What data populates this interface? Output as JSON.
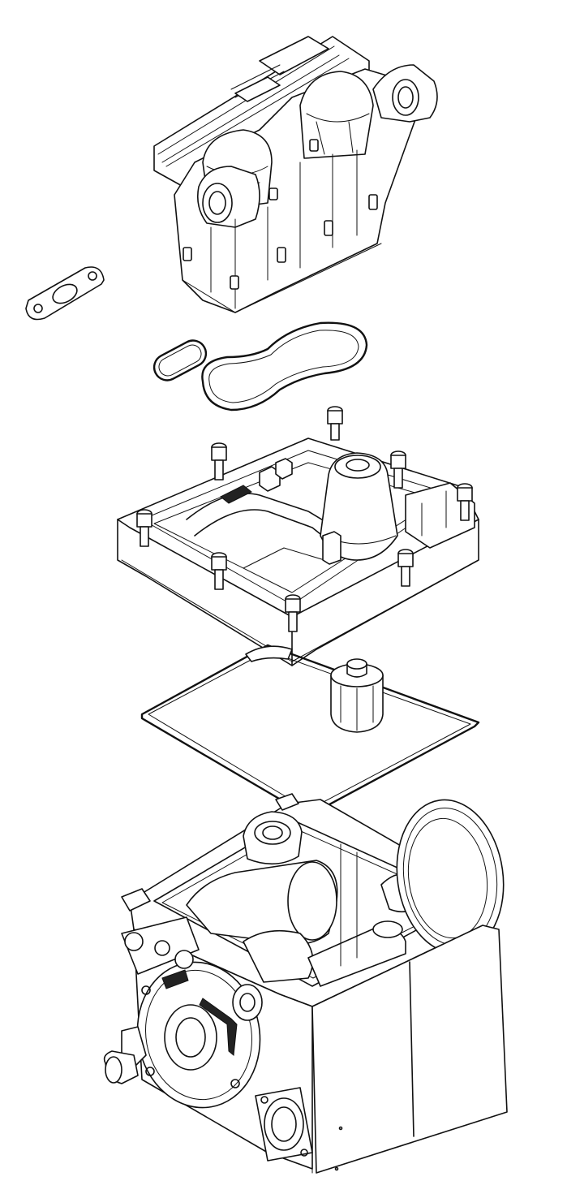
{
  "figure": {
    "kind": "exploded-assembly-line-drawing",
    "background": "#ffffff",
    "line_color": "#111111"
  },
  "parts": [
    {
      "id": "top-manifold",
      "icon": "manifold-housing-icon"
    },
    {
      "id": "small-flange-plate",
      "icon": "flange-plate-icon"
    },
    {
      "id": "small-oring-gasket",
      "icon": "oring-gasket-icon"
    },
    {
      "id": "peanut-gasket",
      "icon": "gasket-icon"
    },
    {
      "id": "middle-cover-plate",
      "icon": "cover-plate-icon"
    },
    {
      "id": "square-gasket",
      "icon": "gasket-icon"
    },
    {
      "id": "filter-cartridge",
      "icon": "filter-cartridge-icon"
    },
    {
      "id": "bottom-housing",
      "icon": "gearbox-housing-icon"
    }
  ]
}
